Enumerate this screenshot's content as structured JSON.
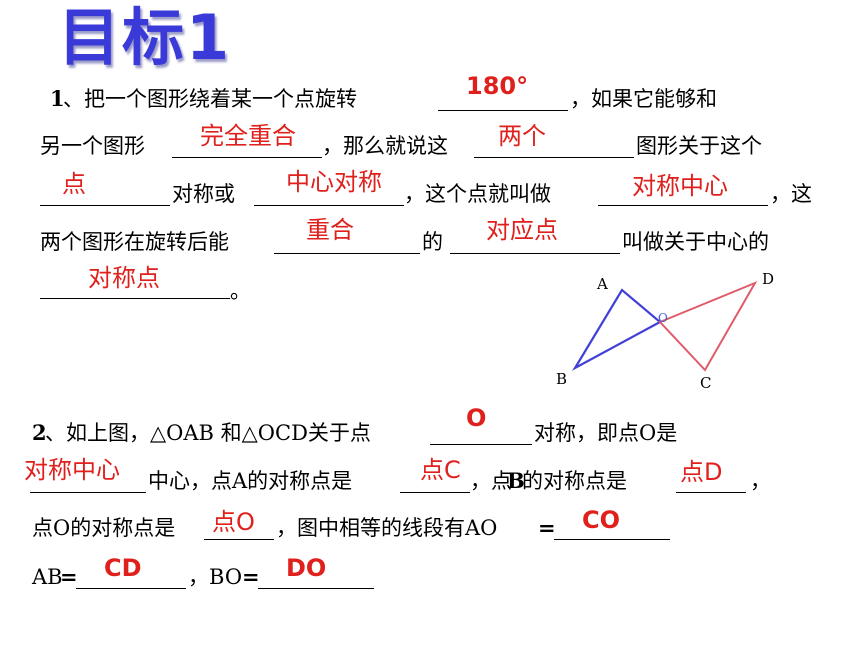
{
  "title": "目标1",
  "q1": {
    "num": "1",
    "l1a": "、把一个图形绕着某一个点旋转",
    "l1b": "，如果它能够和",
    "l2a": "另一个图形",
    "l2b": "，那么就说这",
    "l2c": "图形关于这个",
    "l3a": "对称或",
    "l3b": "，这个点就叫做",
    "l3c": "，这",
    "l4a": "两个图形在旋转后能",
    "l4b": "的",
    "l4c": "叫做关于中心的",
    "l5a": "。"
  },
  "q1_answers": {
    "a1": "180°",
    "a2": "完全重合",
    "a3": "两个",
    "a4": "点",
    "a5": "中心对称",
    "a6": "对称中心",
    "a7": "重合",
    "a8": "对应点",
    "a9": "对称点"
  },
  "figure": {
    "labels": {
      "A": "A",
      "B": "B",
      "O": "O",
      "C": "C",
      "D": "D"
    },
    "colors": {
      "triangle_oab": "#4040d8",
      "triangle_ocd": "#e05a6a"
    }
  },
  "q2": {
    "num": "2",
    "l1a": "、如上图，△OAB 和△OCD关于点",
    "l1b": "对称，即点O是",
    "l2a": "中心，点A的对称点是",
    "l2b": "，点",
    "l2c": "B",
    "l2d": "的对称点是",
    "l2e": "，",
    "l3a": "点O的对称点是",
    "l3b": "，图中相等的线段有AO",
    "l3c": "=",
    "l4a": "AB",
    "l4b": "=",
    "l4c": "，BO",
    "l4d": "="
  },
  "q2_answers": {
    "a1": "O",
    "a2": "对称中心",
    "a3": "点C",
    "a4": "点D",
    "a5": "点O",
    "a6": "CO",
    "a7": "CD",
    "a8": "DO"
  }
}
